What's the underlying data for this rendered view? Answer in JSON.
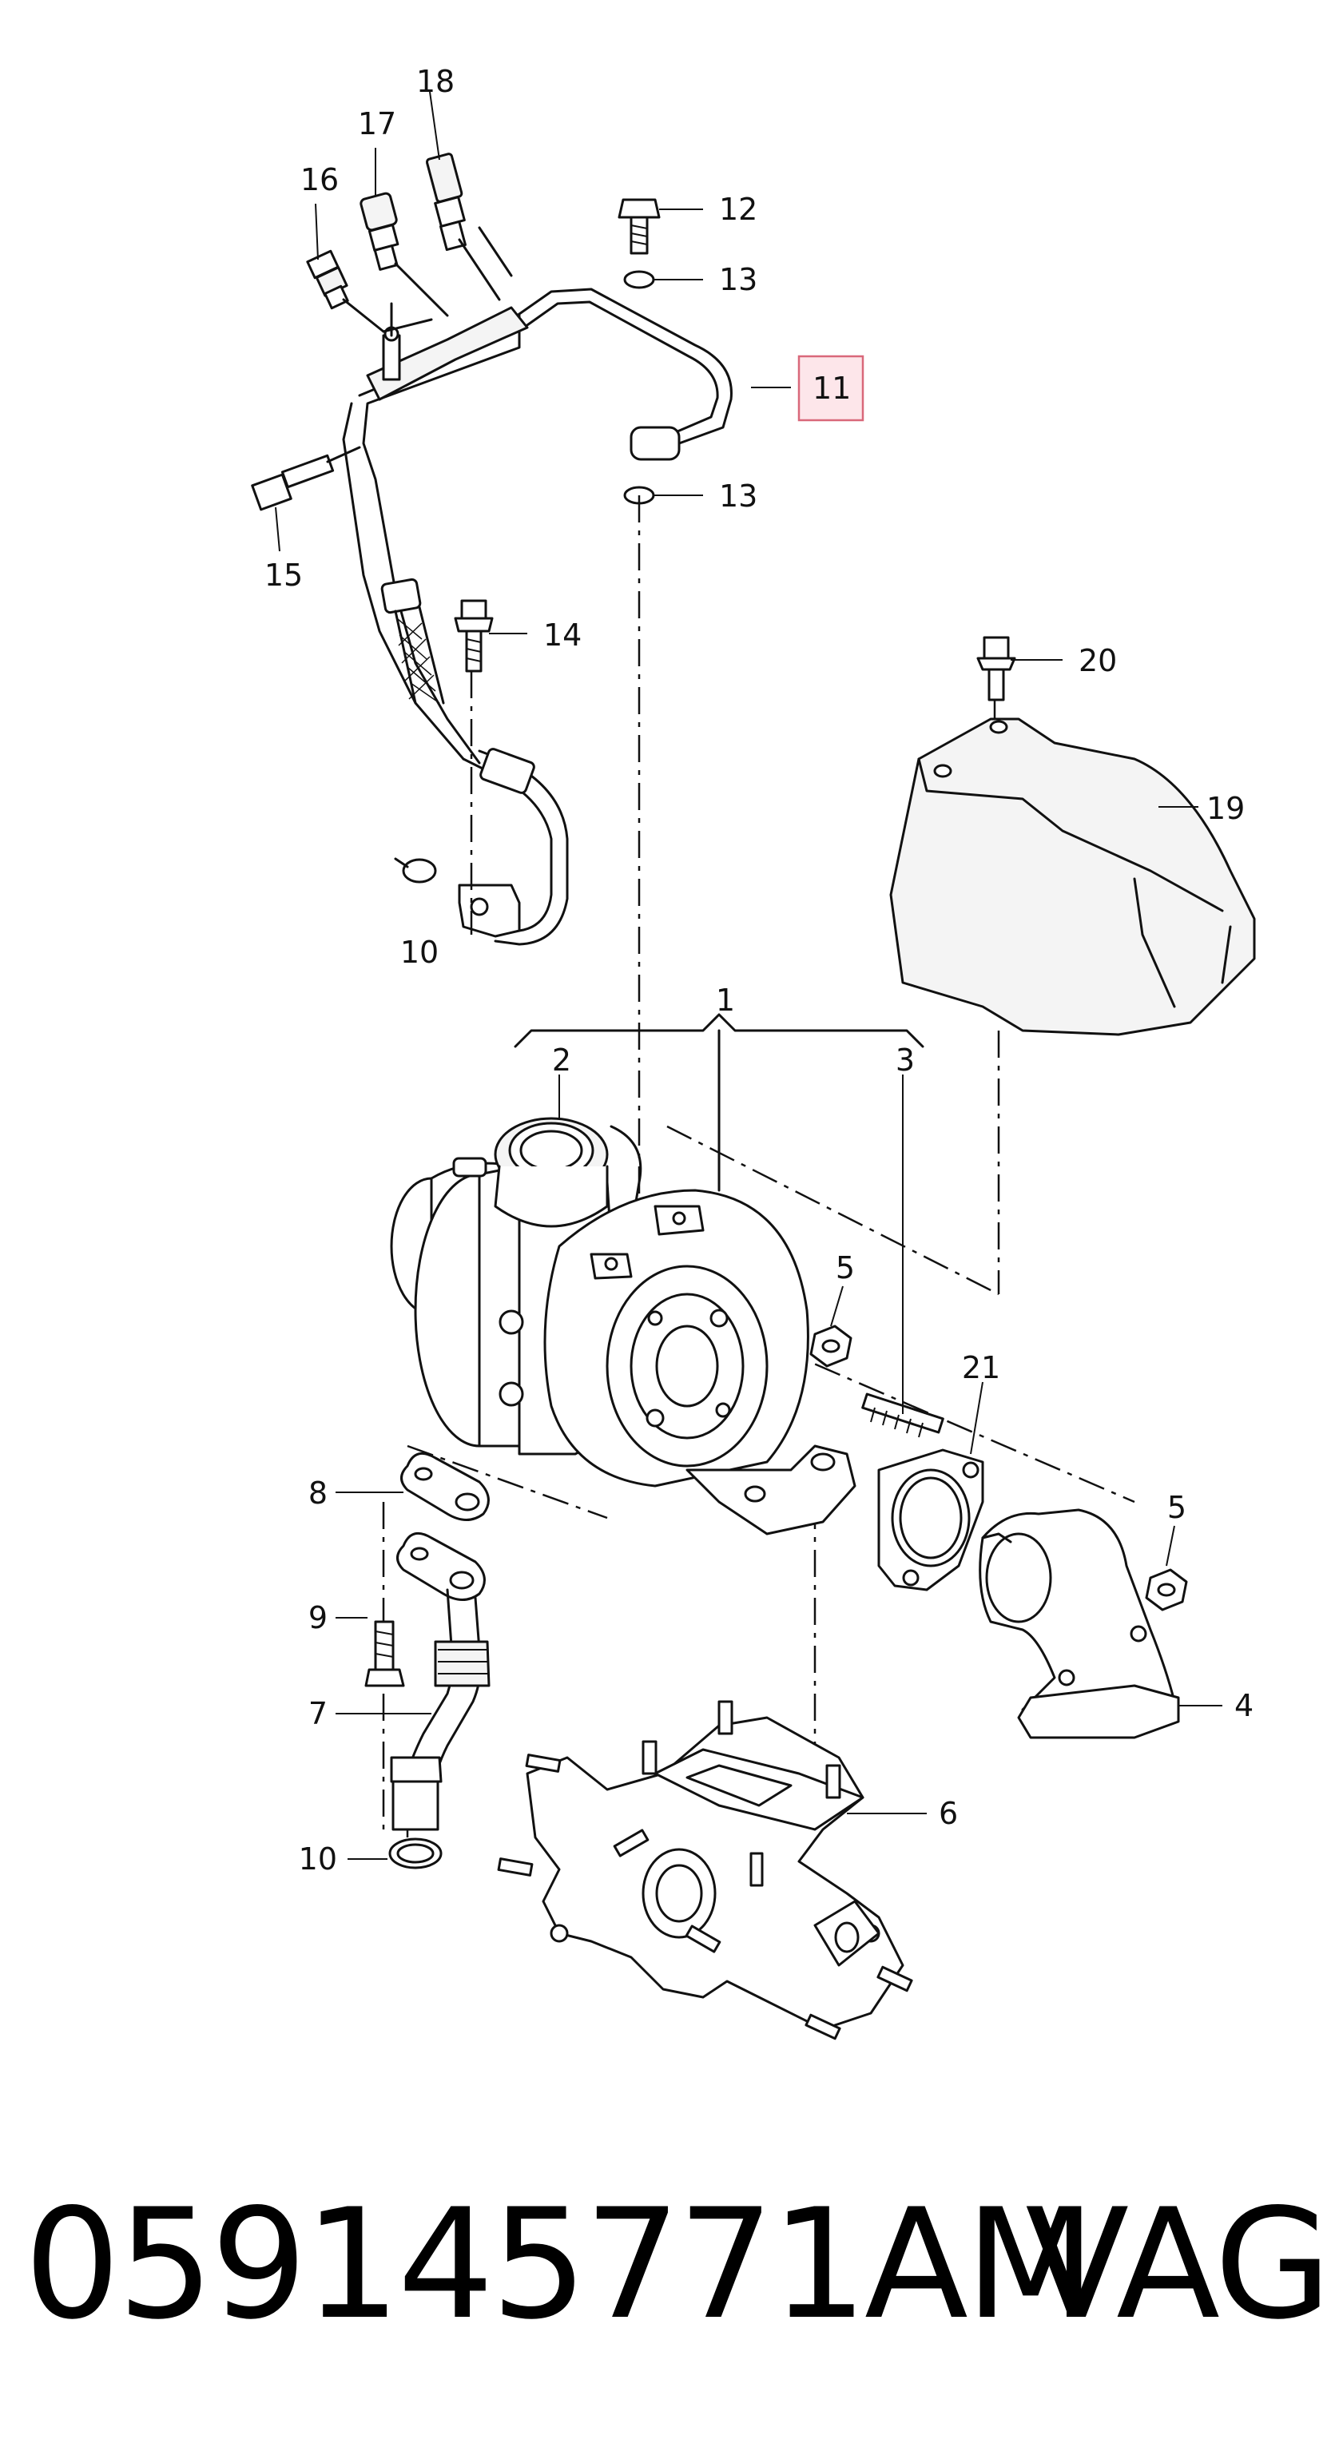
{
  "diagram": {
    "callouts": [
      {
        "id": "c18",
        "text": "18"
      },
      {
        "id": "c17",
        "text": "17"
      },
      {
        "id": "c16",
        "text": "16"
      },
      {
        "id": "c12",
        "text": "12"
      },
      {
        "id": "c13a",
        "text": "13"
      },
      {
        "id": "c11",
        "text": "11",
        "highlighted": true
      },
      {
        "id": "c13b",
        "text": "13"
      },
      {
        "id": "c15",
        "text": "15"
      },
      {
        "id": "c14",
        "text": "14"
      },
      {
        "id": "c20",
        "text": "20"
      },
      {
        "id": "c19",
        "text": "19"
      },
      {
        "id": "c10a",
        "text": "10"
      },
      {
        "id": "c1",
        "text": "1"
      },
      {
        "id": "c2",
        "text": "2"
      },
      {
        "id": "c3",
        "text": "3"
      },
      {
        "id": "c5a",
        "text": "5"
      },
      {
        "id": "c21",
        "text": "21"
      },
      {
        "id": "c8",
        "text": "8"
      },
      {
        "id": "c5b",
        "text": "5"
      },
      {
        "id": "c9",
        "text": "9"
      },
      {
        "id": "c7",
        "text": "7"
      },
      {
        "id": "c4",
        "text": "4"
      },
      {
        "id": "c6",
        "text": "6"
      },
      {
        "id": "c10b",
        "text": "10"
      }
    ],
    "highlight_color": "#fde6ea"
  },
  "caption": {
    "part_number": "059145771AM",
    "brand": "VAG"
  }
}
